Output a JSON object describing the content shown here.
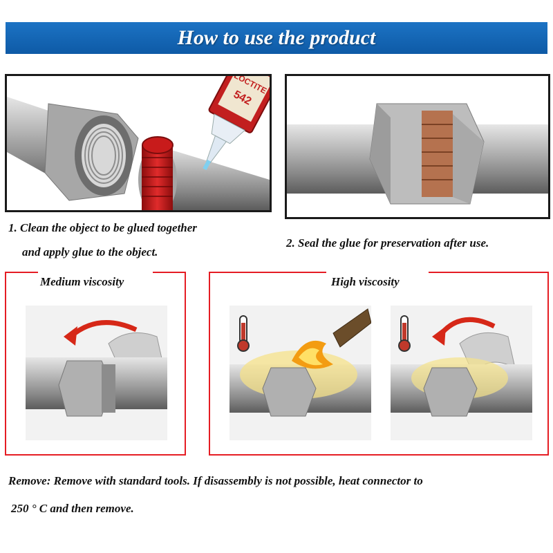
{
  "banner": {
    "title": "How to use the product"
  },
  "step1": {
    "caption_line1": "1. Clean the object to be glued together",
    "caption_line2": "and apply glue to the object.",
    "bottle_brand": "LOCTITE",
    "bottle_model": "542"
  },
  "step2": {
    "caption": "2. Seal the glue for preservation after use."
  },
  "medium": {
    "title": "Medium viscosity"
  },
  "high": {
    "title": "High viscosity"
  },
  "remove": {
    "line1": "Remove: Remove with standard tools. If disassembly is not possible, heat connector to",
    "line2": "250 ° C and then remove."
  },
  "colors": {
    "banner": "#1565c0",
    "frame": "#e51c23",
    "arrow": "#d62818",
    "glue": "#c8201e"
  }
}
